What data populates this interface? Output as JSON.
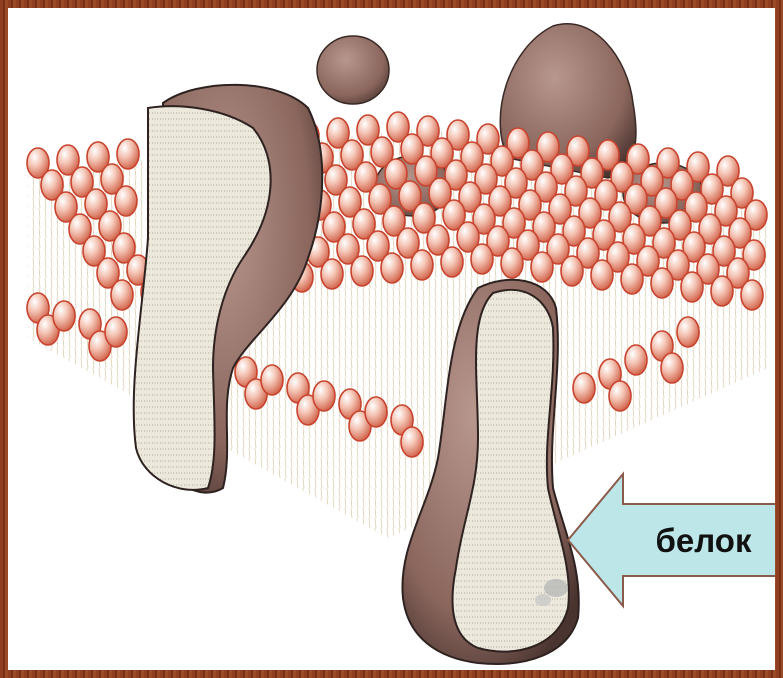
{
  "diagram": {
    "arrow_label": "белок",
    "colors": {
      "frame": "#8a3a1c",
      "lipid_head": "#e8a28e",
      "lipid_head_stroke": "#c8442f",
      "protein_dark": "#8c6a62",
      "protein_light": "#e9e6da",
      "arrow_fill": "#bde6e8",
      "arrow_stroke": "#8a5a4a"
    },
    "icons": {
      "lipid_bilayer": "phospholipid-bilayer-illustration",
      "proteins": "membrane-protein-shapes",
      "arrow": "left-pointing-arrow-callout"
    }
  }
}
